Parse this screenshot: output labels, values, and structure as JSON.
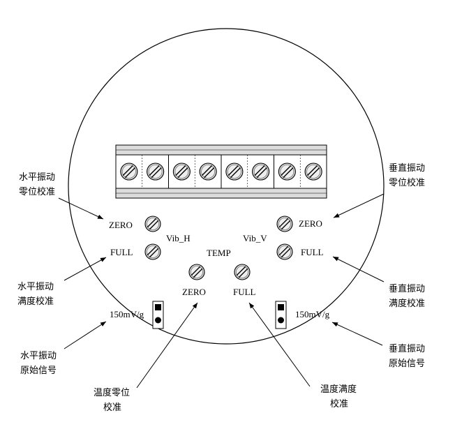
{
  "labels": {
    "vib_h": "Vib_H",
    "vib_v": "Vib_V",
    "temp": "TEMP",
    "zero": "ZERO",
    "full": "FULL",
    "sensitivity": "150mV/g"
  },
  "callouts": {
    "h_zero": [
      "水平振动",
      "零位校准"
    ],
    "h_full": [
      "水平振动",
      "满度校准"
    ],
    "h_raw": [
      "水平振动",
      "原始信号"
    ],
    "v_zero": [
      "垂直振动",
      "零位校准"
    ],
    "v_full": [
      "垂直振动",
      "满度校准"
    ],
    "v_raw": [
      "垂直振动",
      "原始信号"
    ],
    "t_zero": [
      "温度零位",
      "校准"
    ],
    "t_full": [
      "温度满度",
      "校准"
    ]
  },
  "terminal_count": 8
}
